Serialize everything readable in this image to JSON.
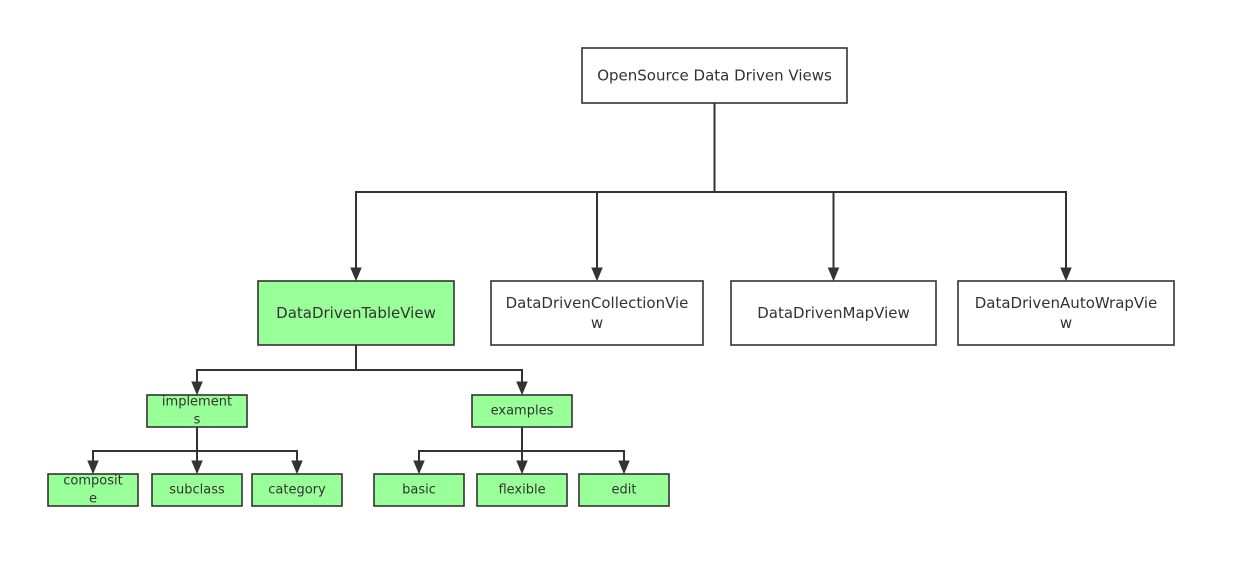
{
  "colors": {
    "highlight_fill": "#99ff99",
    "default_fill": "#ffffff",
    "stroke": "#333333",
    "text": "#333333"
  },
  "nodes": {
    "root": {
      "lines": [
        "OpenSource Data Driven Views"
      ],
      "highlight": false
    },
    "table_view": {
      "lines": [
        "DataDrivenTableView"
      ],
      "highlight": true
    },
    "collection_view": {
      "lines": [
        "DataDrivenCollectionVie",
        "w"
      ],
      "highlight": false
    },
    "map_view": {
      "lines": [
        "DataDrivenMapView"
      ],
      "highlight": false
    },
    "auto_wrap_view": {
      "lines": [
        "DataDrivenAutoWrapVie",
        "w"
      ],
      "highlight": false
    },
    "implements": {
      "lines": [
        "implement",
        "s"
      ],
      "highlight": true
    },
    "examples": {
      "lines": [
        "examples"
      ],
      "highlight": true
    },
    "composite": {
      "lines": [
        "composit",
        "e"
      ],
      "highlight": true
    },
    "subclass": {
      "lines": [
        "subclass"
      ],
      "highlight": true
    },
    "category": {
      "lines": [
        "category"
      ],
      "highlight": true
    },
    "basic": {
      "lines": [
        "basic"
      ],
      "highlight": true
    },
    "flexible": {
      "lines": [
        "flexible"
      ],
      "highlight": true
    },
    "edit": {
      "lines": [
        "edit"
      ],
      "highlight": true
    }
  },
  "edges": [
    {
      "from": "root",
      "to": "table_view"
    },
    {
      "from": "root",
      "to": "collection_view"
    },
    {
      "from": "root",
      "to": "map_view"
    },
    {
      "from": "root",
      "to": "auto_wrap_view"
    },
    {
      "from": "table_view",
      "to": "implements"
    },
    {
      "from": "table_view",
      "to": "examples"
    },
    {
      "from": "implements",
      "to": "composite"
    },
    {
      "from": "implements",
      "to": "subclass"
    },
    {
      "from": "implements",
      "to": "category"
    },
    {
      "from": "examples",
      "to": "basic"
    },
    {
      "from": "examples",
      "to": "flexible"
    },
    {
      "from": "examples",
      "to": "edit"
    }
  ]
}
